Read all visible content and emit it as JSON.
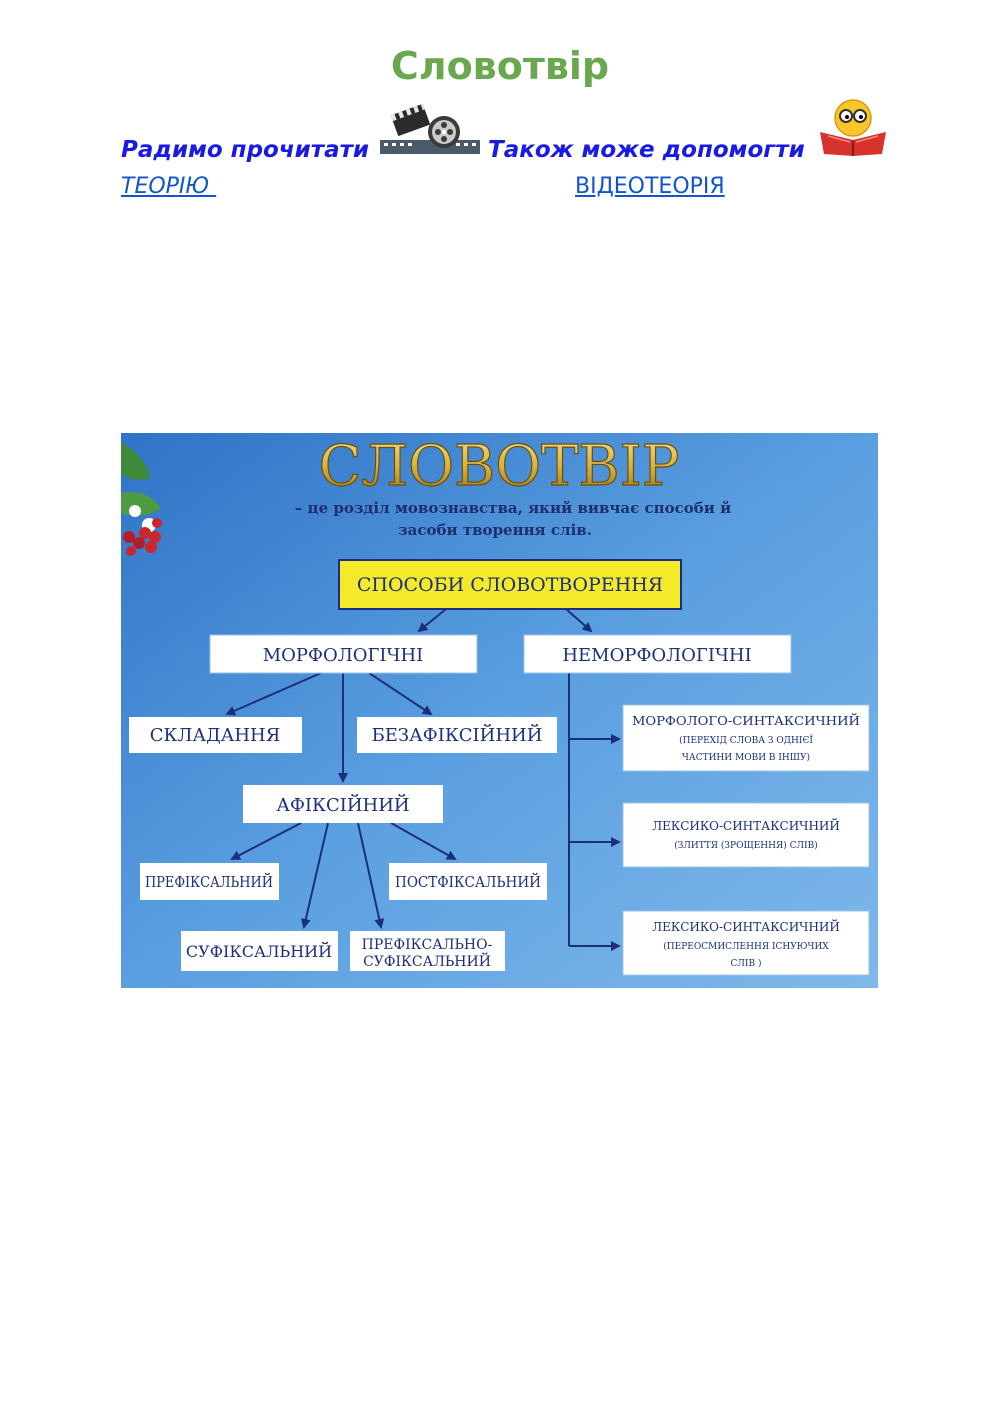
{
  "page": {
    "title": "Словотвір"
  },
  "intro": {
    "read_text": "Радимо прочитати",
    "help_text": "Також може допомогти",
    "theory_link": "ТЕОРІЮ ",
    "video_link": "ВІДЕОТЕОРІЯ",
    "film_icon": "film-reel-icon",
    "reader_icon": "smiley-reading-book-icon"
  },
  "diagram": {
    "heading": "СЛОВОТВІР",
    "definition_line1": "– це розділ мовознавства, який вивчає способи й",
    "definition_line2": "засоби творення слів.",
    "root": "СПОСОБИ СЛОВОТВОРЕННЯ",
    "morph": "МОРФОЛОГІЧНІ",
    "nonmorph": "НЕМОРФОЛОГІЧНІ",
    "compound": "СКЛАДАННЯ",
    "nonaffix": "БЕЗАФІКСІЙНИЙ",
    "affix": "АФІКСІЙНИЙ",
    "prefix": "ПРЕФІКСАЛЬНИЙ",
    "postfix": "ПОСТФІКСАЛЬНИЙ",
    "suffix": "СУФІКСАЛЬНИЙ",
    "prefsuf_line1": "ПРЕФІКСАЛЬНО-",
    "prefsuf_line2": "СУФІКСАЛЬНИЙ",
    "ms_line1": "МОРФОЛОГО-СИНТАКСИЧНИЙ",
    "ms_line2": "(ПЕРЕХІД СЛОВА З ОДНІЄЇ",
    "ms_line3": "ЧАСТИНИ МОВИ В ІНШУ)",
    "ls1_line1": "ЛЕКСИКО-СИНТАКСИЧНИЙ",
    "ls1_line2": "(ЗЛИТТЯ (ЗРОЩЕННЯ) СЛІВ)",
    "ls2_line1": "ЛЕКСИКО-СИНТАКСИЧНИЙ",
    "ls2_line2": "(ПЕРЕОСМИСЛЕННЯ ІСНУЮЧИХ",
    "ls2_line3": "СЛІВ )"
  },
  "colors": {
    "title_green": "#6aa84f",
    "intro_blue": "#1a1ae6",
    "link_blue": "#1155cc",
    "diagram_bg": "#3d7fcf",
    "root_yellow": "#f4ea2a",
    "heading_gold": "#d9b23c",
    "arrow_navy": "#1c2f7a"
  }
}
